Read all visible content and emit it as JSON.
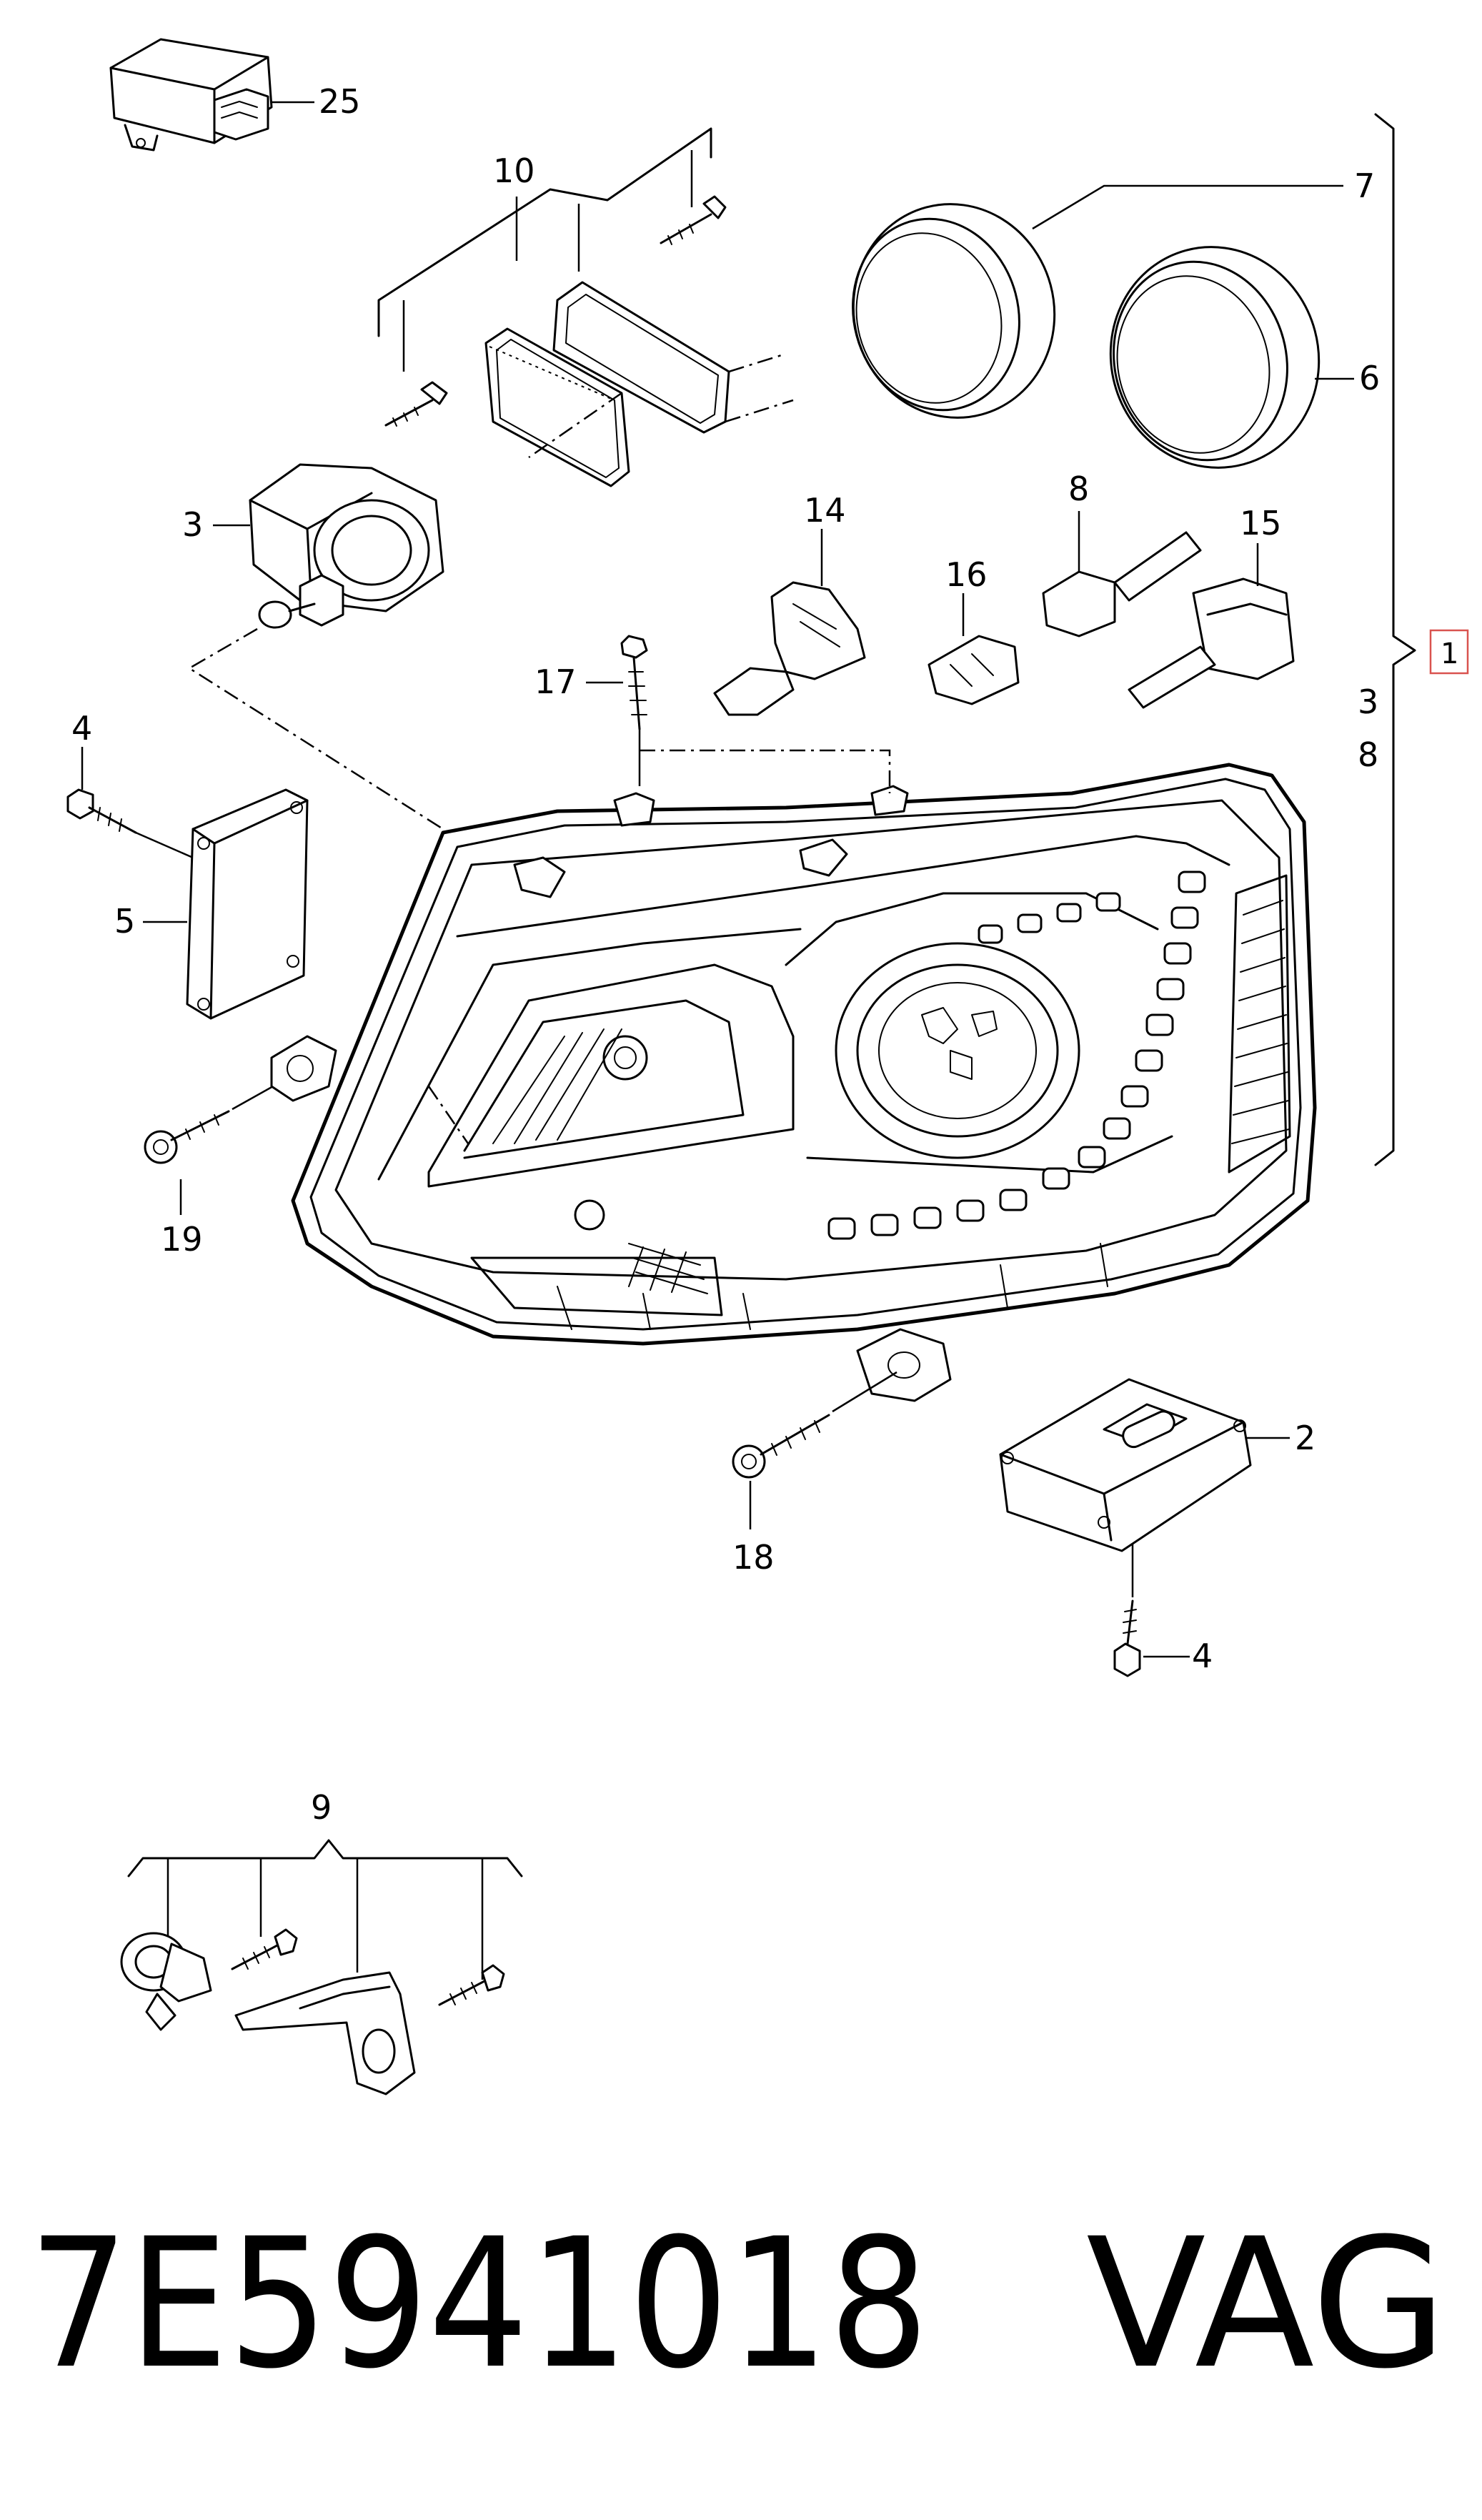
{
  "callouts": {
    "n25": "25",
    "n10": "10",
    "n7": "7",
    "n6": "6",
    "n3": "3",
    "n14": "14",
    "n8": "8",
    "n16": "16",
    "n15": "15",
    "n1": "1",
    "n3b": "3",
    "n8b": "8",
    "n17": "17",
    "n4": "4",
    "n5": "5",
    "n19": "19",
    "n18": "18",
    "n2": "2",
    "n4b": "4",
    "n9": "9"
  },
  "footer": {
    "part_number": "7E5941018",
    "brand": "VAG"
  }
}
